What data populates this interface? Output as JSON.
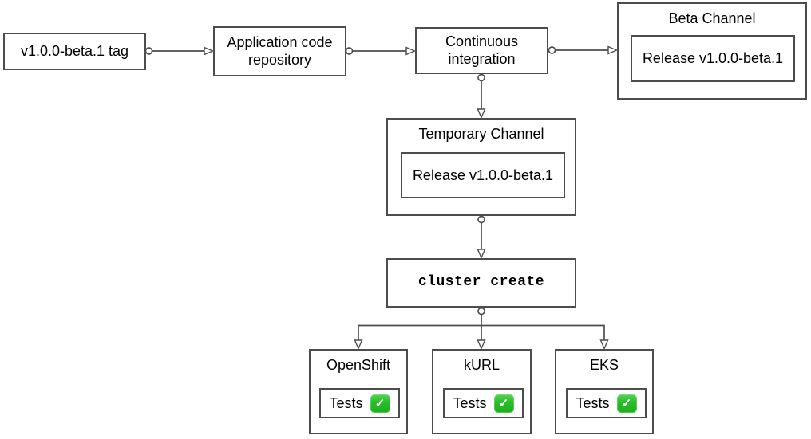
{
  "diagram": {
    "colors": {
      "background": "#ffffff",
      "stroke": "#4d4d4d",
      "text": "#000000",
      "check_green": "#2bbd2b"
    },
    "nodes": {
      "tag": {
        "label": "v1.0.0-beta.1 tag"
      },
      "repo": {
        "label": "Application code repository"
      },
      "ci": {
        "label": "Continuous integration"
      },
      "beta_channel": {
        "title": "Beta Channel",
        "release": "Release v1.0.0-beta.1"
      },
      "temp_channel": {
        "title": "Temporary Channel",
        "release": "Release v1.0.0-beta.1"
      },
      "cluster_create": {
        "label": "cluster create"
      },
      "openshift": {
        "title": "OpenShift",
        "tests_label": "Tests"
      },
      "kurl": {
        "title": "kURL",
        "tests_label": "Tests"
      },
      "eks": {
        "title": "EKS",
        "tests_label": "Tests"
      }
    },
    "icons": {
      "check_glyph": "✓"
    }
  }
}
